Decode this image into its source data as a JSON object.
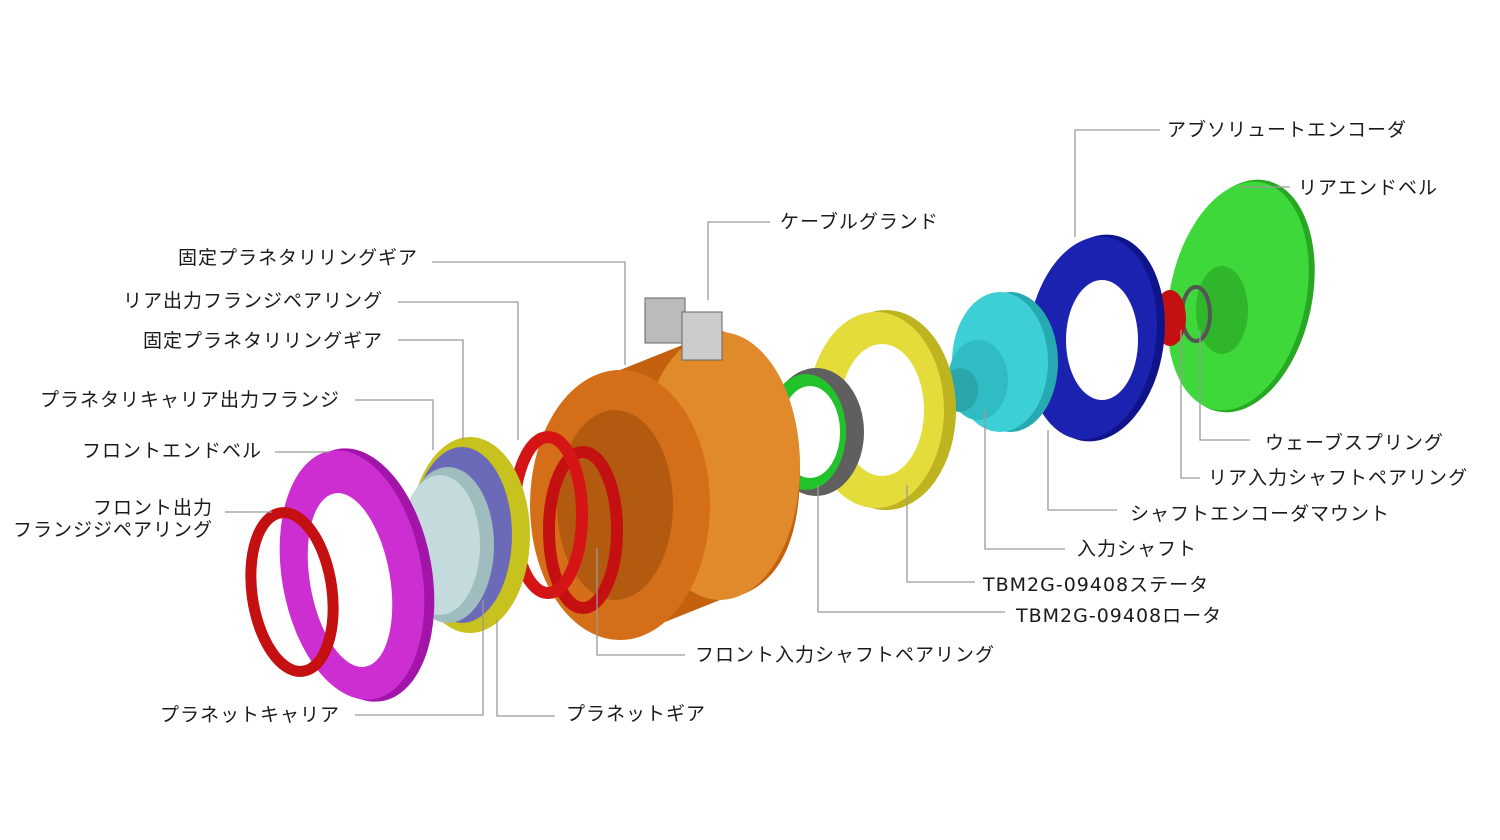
{
  "title": "Exploded view of actuator",
  "colors": {
    "housing": "#d9741c",
    "ring_red": "#cc1111",
    "flange_magenta": "#c21fc9",
    "gear_yellow": "#d8d42a",
    "carrier_gray": "#a9c4c6",
    "rotor_green": "#22c22a",
    "rotor_gray": "#707070",
    "mount_cyan": "#2fc4cc",
    "encoder_blue": "#1a1fa6",
    "endbell_green": "#33cc2c",
    "leader": "#9a9a9a"
  },
  "labels": {
    "absolute_encoder": "アブソリュートエンコーダ",
    "rear_end_bell": "リアエンドベル",
    "cable_gland": "ケーブルグランド",
    "fixed_ring_gear_1": "固定プラネタリリングギア",
    "rear_output_flange_bearing": "リア出力フランジペアリング",
    "fixed_ring_gear_2": "固定プラネタリリングギア",
    "carrier_output_flange": "プラネタリキャリア出力フランジ",
    "front_end_bell": "フロントエンドベル",
    "front_output_flange_bearing_l1": "フロント出力",
    "front_output_flange_bearing_l2": "フランジジペアリング",
    "planet_carrier": "プラネットキャリア",
    "planet_gear": "プラネットギア",
    "front_input_shaft_bearing": "フロント入力シャフトペアリング",
    "rotor": "TBM2G-09408ロータ",
    "stator": "TBM2G-09408ステータ",
    "input_shaft": "入力シャフト",
    "shaft_encoder_mount": "シャフトエンコーダマウント",
    "rear_input_shaft_bearing": "リア入力シャフトペアリング",
    "wave_spring": "ウェーブスプリング"
  }
}
